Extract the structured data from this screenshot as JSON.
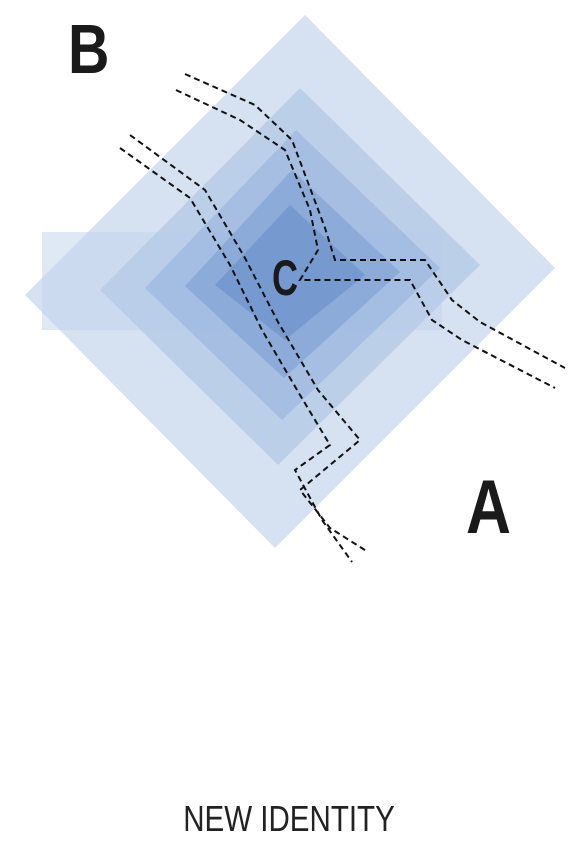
{
  "labels": {
    "b": "B",
    "a": "A",
    "c": "C"
  },
  "caption": "NEW IDENTITY",
  "colors": {
    "outer_diamond": "#cfdcef",
    "layer_2": "#b7cbe8",
    "layer_3": "#9fb9e0",
    "layer_4": "#86a6d6",
    "core": "#6f94cc",
    "dashed_lines": "#111111",
    "letters": "#1a1a1a"
  }
}
